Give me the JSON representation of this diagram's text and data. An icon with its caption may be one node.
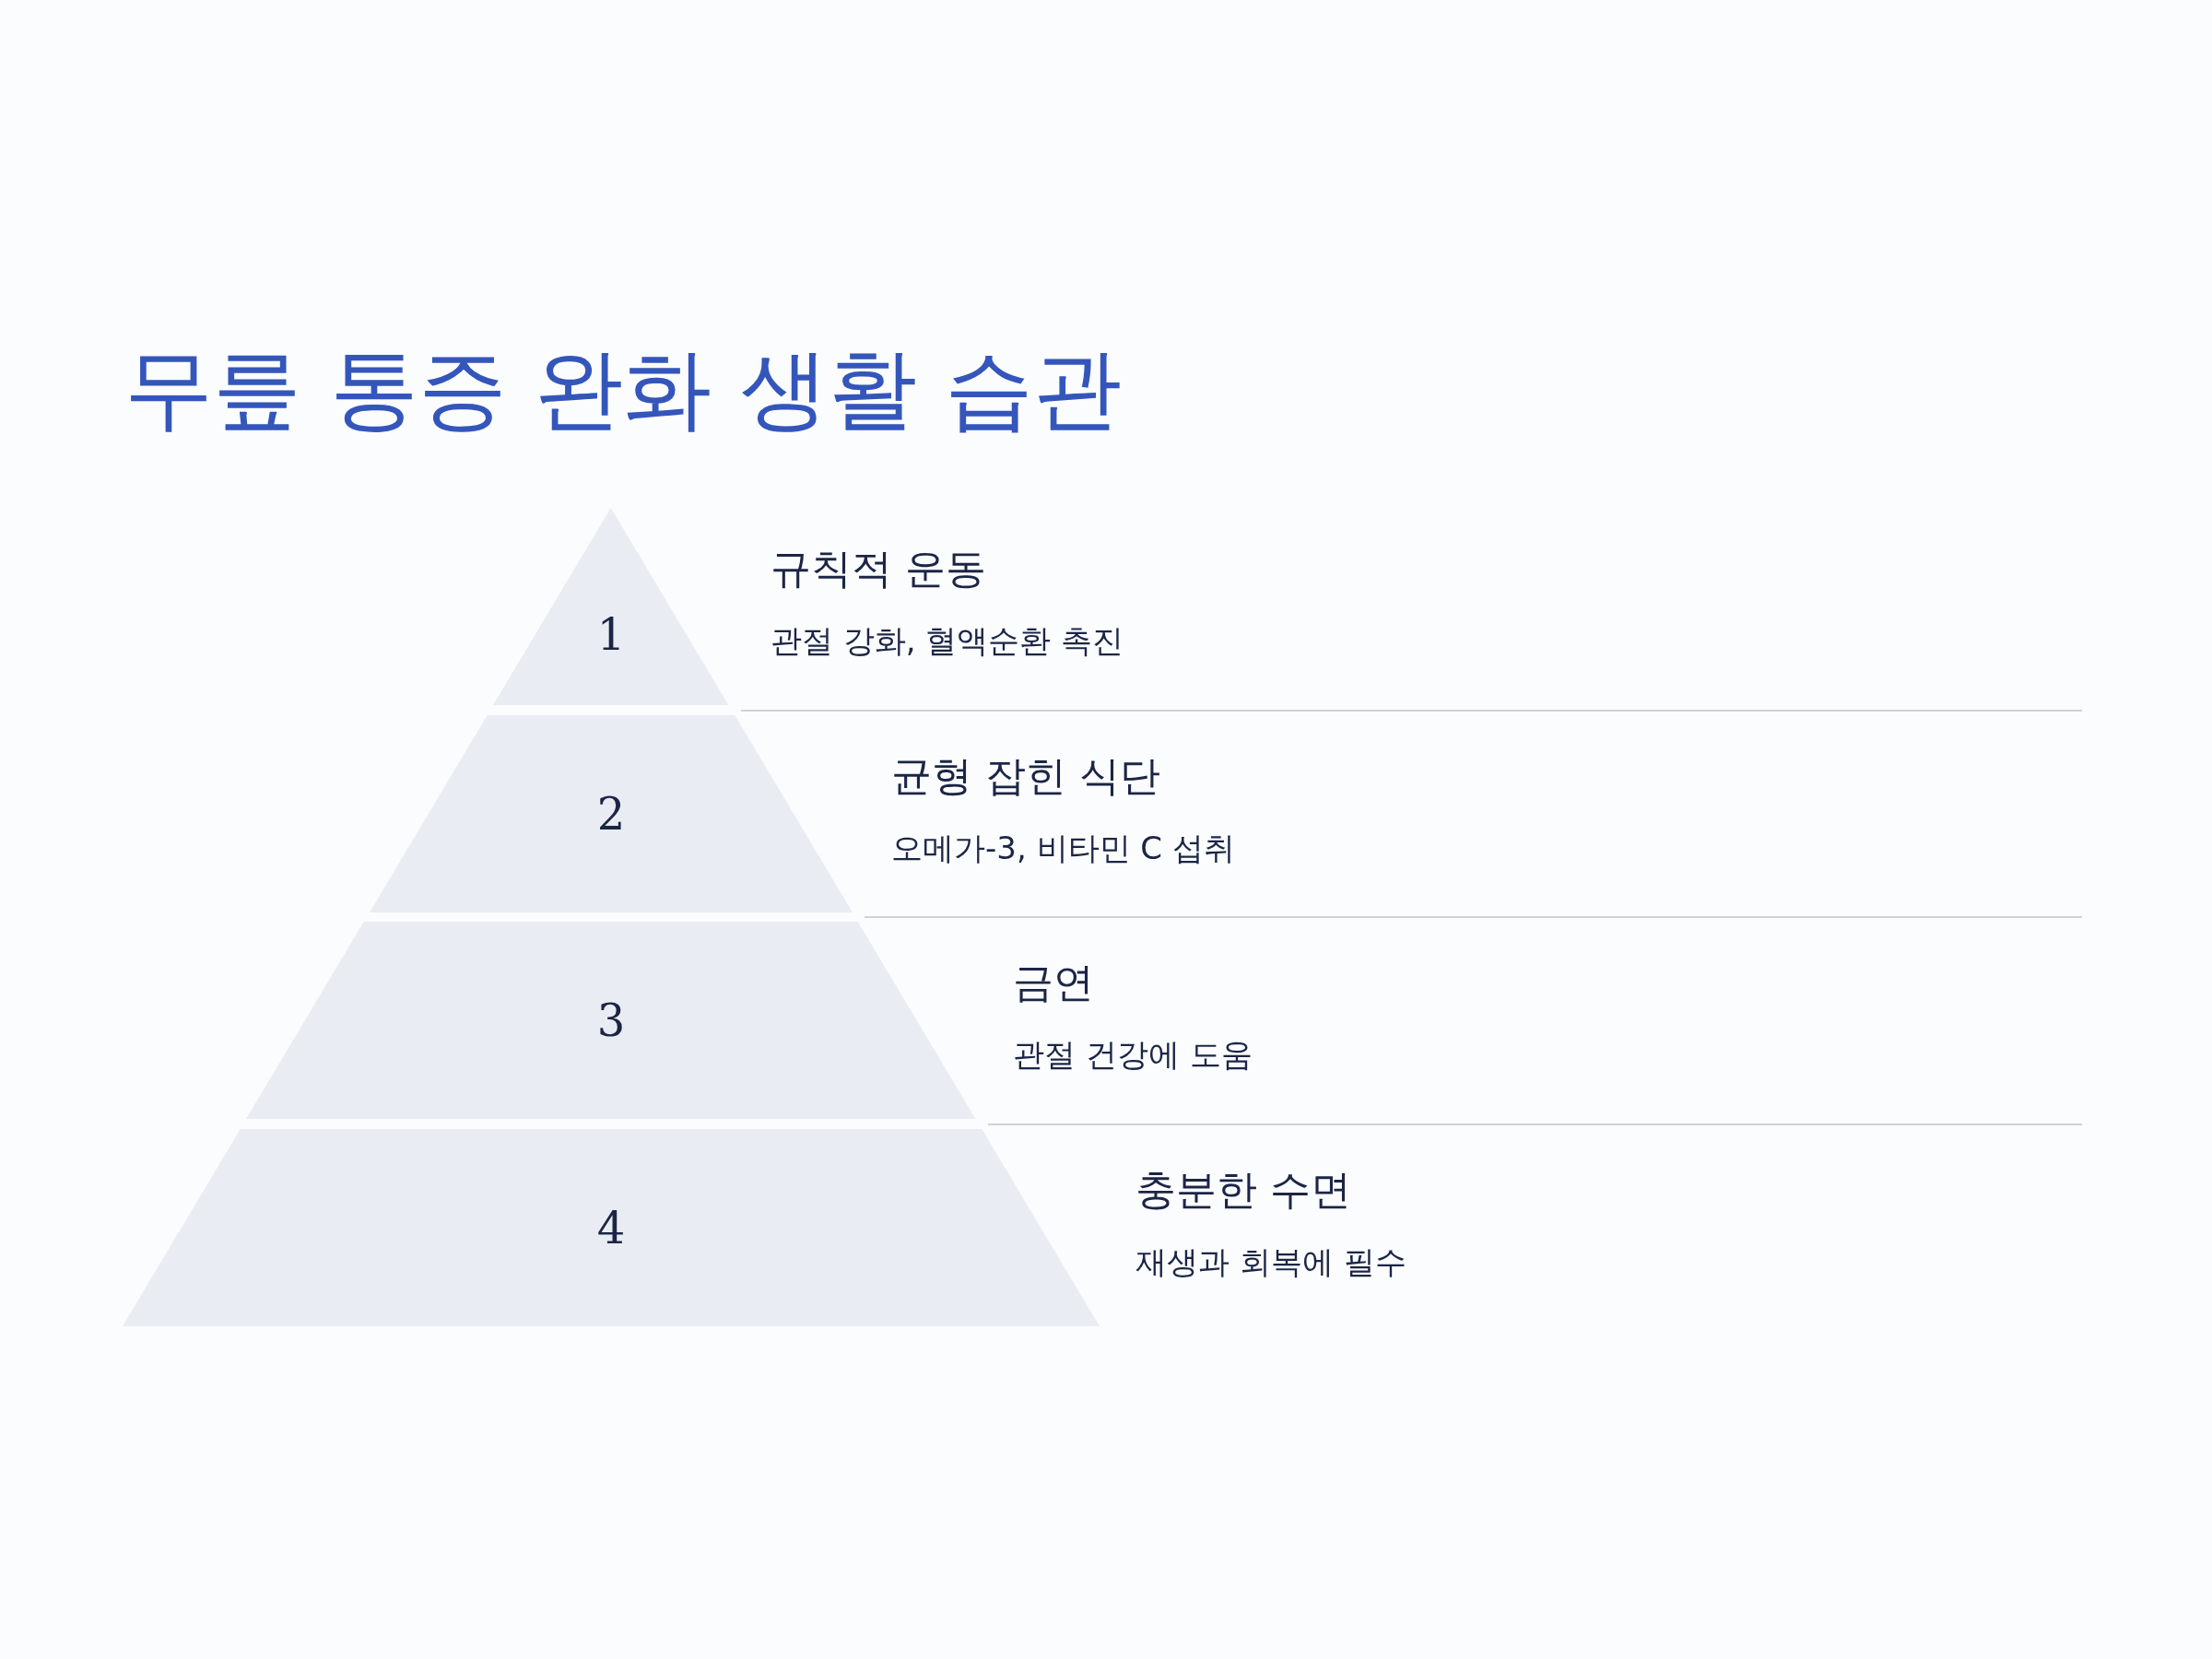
{
  "diagram": {
    "title": "무릎 통증 완화 생활 습관",
    "nodes": [
      {
        "text": [
          "1"
        ],
        "beside": [
          "규칙적 운동",
          "관절 강화, 혈액순환 촉진"
        ]
      },
      {
        "text": [
          "2"
        ],
        "beside": [
          "균형 잡힌 식단",
          "오메가-3, 비타민 C 섭취"
        ]
      },
      {
        "text": [
          "3"
        ],
        "beside": [
          "금연",
          "관절 건강에 도움"
        ]
      },
      {
        "text": [
          "4"
        ],
        "beside": [
          "충분한 수면",
          "재생과 회복에 필수"
        ]
      }
    ]
  }
}
